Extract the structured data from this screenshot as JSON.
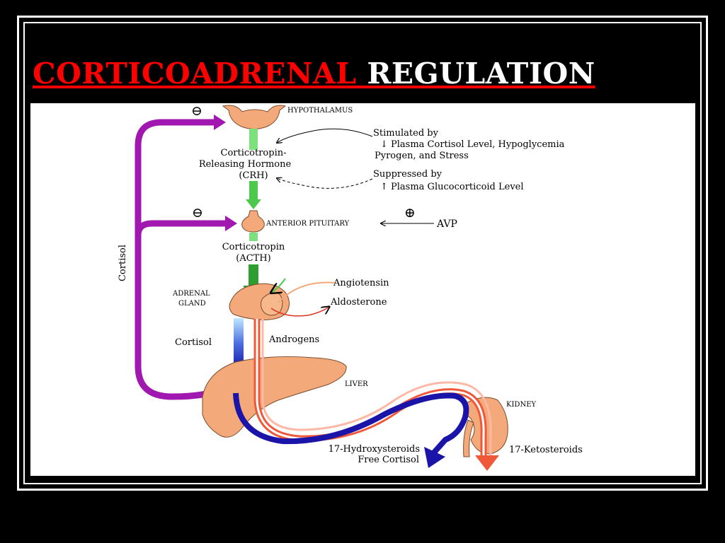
{
  "title": {
    "part1": "CORTICOADRENAL",
    "part2": " REGULATION"
  },
  "colors": {
    "background": "#000000",
    "title": "#ff0000",
    "panel": "#ffffff",
    "feedback": "#a018b0",
    "gland": "#f4a97a",
    "green": "#5bd35b",
    "cortisol_blue": "#1a14a8",
    "androgen_red": "#f0583a"
  },
  "diagram": {
    "hypothalamus": "HYPOTHALAMUS",
    "crh_line1": "Corticotropin-",
    "crh_line2": "Releasing Hormone",
    "crh_line3": "(CRH)",
    "stimulated_title": "Stimulated by",
    "stimulated_line1": "↓ Plasma Cortisol Level, Hypoglycemia",
    "stimulated_line2": "Pyrogen, and Stress",
    "suppressed_title": "Suppressed by",
    "suppressed_line1": "↑ Plasma Glucocorticoid Level",
    "anterior_pituitary": "ANTERIOR PITUITARY",
    "avp": "AVP",
    "acth_line1": "Corticotropin",
    "acth_line2": "(ACTH)",
    "adrenal_line1": "ADRENAL",
    "adrenal_line2": "GLAND",
    "angiotensin": "Angiotensin",
    "aldosterone": "Aldosterone",
    "cortisol_side": "Cortisol",
    "cortisol": "Cortisol",
    "androgens": "Androgens",
    "liver": "LIVER",
    "kidney": "KIDNEY",
    "hydroxy_line1": "17-Hydroxysteroids",
    "hydroxy_line2": "Free Cortisol",
    "ketosteroids": "17-Ketosteroids",
    "minus_symbol": "⊖",
    "plus_symbol": "⊕"
  }
}
